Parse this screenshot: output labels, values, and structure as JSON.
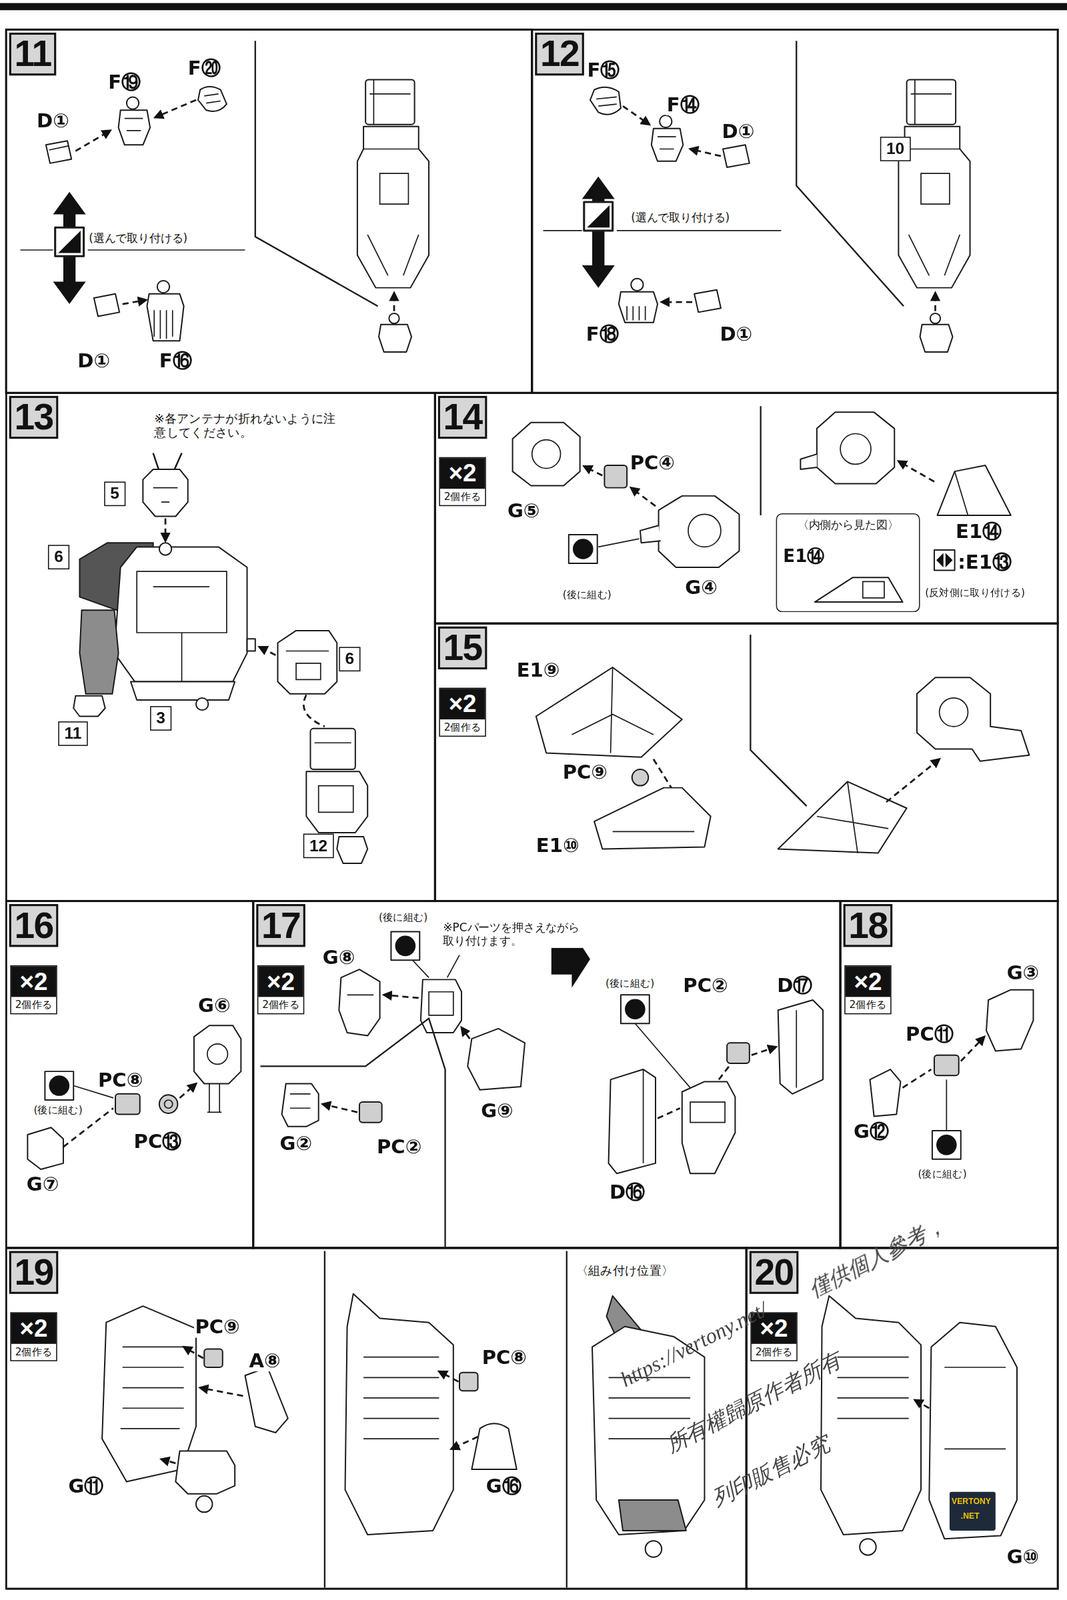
{
  "diagram": {
    "nodes": [
      {
        "text": [
          "11"
        ]
      },
      {
        "text": [
          "12"
        ]
      },
      {
        "text": [
          "10"
        ],
        "in": 1
      },
      {
        "text": [
          "13"
        ]
      },
      {
        "text": [
          "5"
        ],
        "in": 3
      },
      {
        "text": [
          "6"
        ],
        "in": 3
      },
      {
        "text": [
          "6"
        ],
        "in": 3
      },
      {
        "text": [
          "3"
        ],
        "in": 3
      },
      {
        "text": [
          "11"
        ],
        "in": 3
      },
      {
        "text": [
          "12"
        ],
        "in": 3
      },
      {
        "text": [
          "14"
        ]
      },
      {
        "text": [
          "×2",
          "2個作る"
        ],
        "in": 10
      },
      {
        "text": [
          "〈内側から見た図〉"
        ],
        "in": 10
      },
      {
        "text": [
          "15"
        ]
      },
      {
        "text": [
          "×2",
          "2個作る"
        ],
        "in": 13
      },
      {
        "text": [
          "16"
        ]
      },
      {
        "text": [
          "×2",
          "2個作る"
        ],
        "in": 15
      },
      {
        "text": [
          "17"
        ]
      },
      {
        "text": [
          "×2",
          "2個作る"
        ],
        "in": 17
      },
      {
        "text": [
          "18"
        ]
      },
      {
        "text": [
          "×2",
          "2個作る"
        ],
        "in": 19
      },
      {
        "text": [
          "19"
        ]
      },
      {
        "text": [
          "×2",
          "2個作る"
        ],
        "in": 21
      },
      {
        "text": [
          "20"
        ]
      },
      {
        "text": [
          "×2",
          "2個作る"
        ],
        "in": 23
      }
    ],
    "labels": [
      "F⑲",
      "F⑳",
      "D①",
      "(選んで取り付ける)",
      "D①",
      "F⑯",
      "F⑮",
      "F⑭",
      "D①",
      "(選んで取り付ける)",
      "F⑱",
      "D①",
      "※各アンテナが折れないように注意してください。",
      "PC④",
      "G⑤",
      "(後に組む)",
      "G④",
      "E1⑭",
      "E1⑭",
      ":E1⑬",
      "(反対側に取り付ける)",
      "E1⑨",
      "PC⑨",
      "E1⑩",
      "(後に組む)",
      "PC⑧",
      "G⑥",
      "PC⑬",
      "G⑦",
      "(後に組む)",
      "※PCパーツを押さえながら取り付けます。",
      "G⑧",
      "G⑨",
      "G②",
      "PC②",
      "(後に組む)",
      "PC②",
      "D⑰",
      "D⑯",
      "G③",
      "PC⑪",
      "G⑫",
      "(後に組む)",
      "PC⑨",
      "A⑧",
      "G⑪",
      "PC⑧",
      "G⑯",
      "〈組み付け位置〉",
      "G⑩",
      "https://vertony.net/",
      "僅供個人參考，",
      "所有權歸原作者所有",
      "列印販售必究",
      "VERTONY",
      ".NET"
    ]
  }
}
